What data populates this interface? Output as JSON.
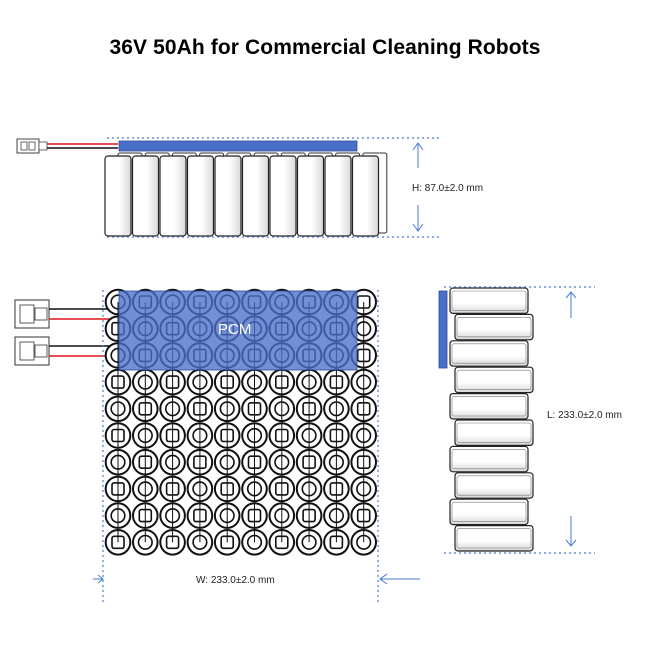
{
  "title": "36V 50Ah for Commercial Cleaning Robots",
  "pcm_label": "PCM",
  "dimensions": {
    "height": "H:  87.0±2.0 mm",
    "length": "L: 233.0±2.0 mm",
    "width": "W:  233.0±2.0 mm"
  },
  "grid": {
    "rows": 10,
    "cols": 10
  },
  "colors": {
    "pcm": "#4a6fc9",
    "dim_line": "#4a7ad4",
    "wire_red": "#e0141e",
    "wire_black": "#111111"
  }
}
